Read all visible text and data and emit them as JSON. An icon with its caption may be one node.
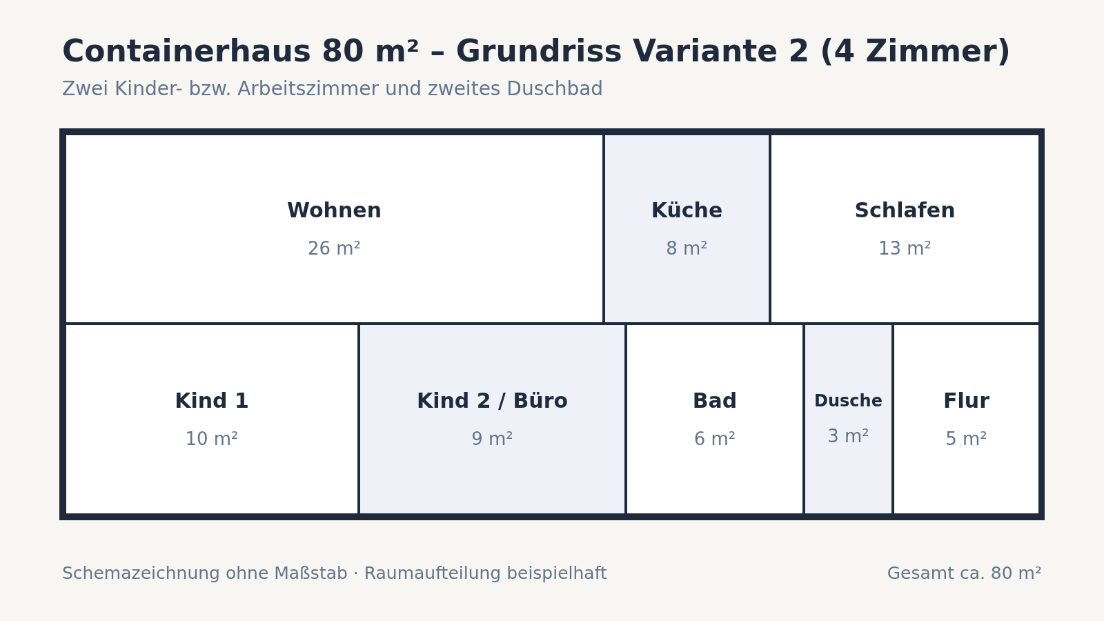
{
  "diagram": {
    "title": "Containerhaus 80 m² – Grundriss Variante 2 (4 Zimmer)",
    "nodes": [
      {
        "text": [
          "Wohnen",
          "26 m²"
        ]
      },
      {
        "text": [
          "Küche",
          "8 m²"
        ]
      },
      {
        "text": [
          "Schlafen",
          "13 m²"
        ]
      },
      {
        "text": [
          "Kind 1",
          "10 m²"
        ]
      },
      {
        "text": [
          "Kind 2 / Büro",
          "9 m²"
        ]
      },
      {
        "text": [
          "Bad",
          "6 m²"
        ]
      },
      {
        "text": [
          "Dusche",
          "3 m²"
        ]
      },
      {
        "text": [
          "Flur",
          "5 m²"
        ]
      }
    ],
    "labels": [
      "Zwei Kinder- bzw. Arbeitszimmer und zweites Duschbad",
      "Schemazeichnung ohne Maßstab · Raumaufteilung beispielhaft",
      "Gesamt ca. 80 m²"
    ]
  }
}
